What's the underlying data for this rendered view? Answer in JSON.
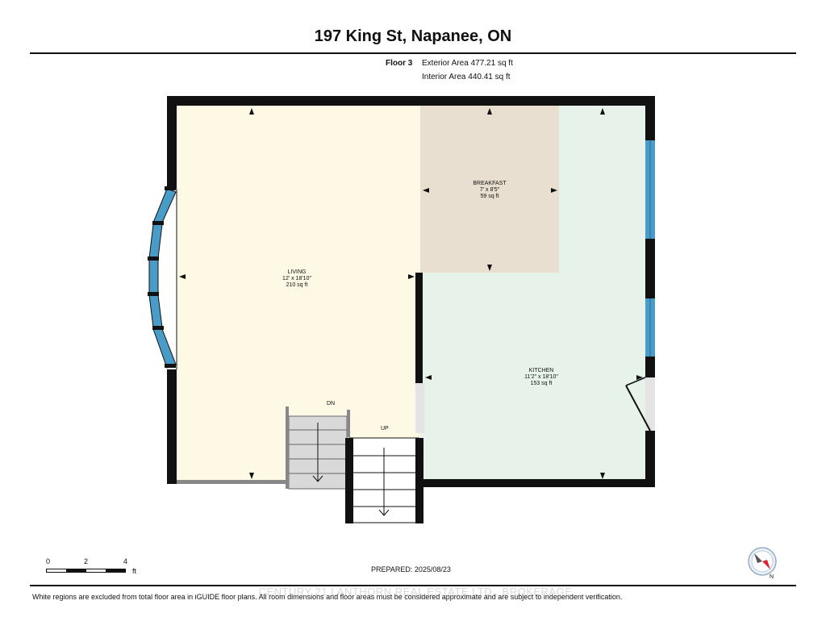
{
  "header": {
    "title": "197 King St, Napanee, ON"
  },
  "floor": {
    "label": "Floor 3",
    "exterior_area": "Exterior Area 477.21 sq ft",
    "interior_area": "Interior Area 440.41 sq ft"
  },
  "rooms": [
    {
      "name": "LIVING",
      "dims": "12' x 18'10\"",
      "area": "210 sq ft"
    },
    {
      "name": "BREAKFAST",
      "dims": "7' x 8'5\"",
      "area": "59 sq ft"
    },
    {
      "name": "KITCHEN",
      "dims": "11'2\" x 18'10\"",
      "area": "153 sq ft"
    }
  ],
  "stairs": {
    "down_label": "DN",
    "up_label": "UP"
  },
  "scale": {
    "ticks": [
      "0",
      "2",
      "4"
    ],
    "unit": "ft"
  },
  "compass": {
    "north_label": "N"
  },
  "footer": {
    "prepared": "PREPARED: 2025/08/23",
    "watermark": "CENTURY 21 LANTHORN REAL ESTATE LTD., BROKERAGE",
    "disclaimer": "White regions are excluded from total floor area in iGUIDE floor plans. All room dimensions and floor areas must be considered approximate and are subject to independent verification."
  },
  "colors": {
    "living_fill": "#fdf9e4",
    "breakfast_fill": "#e8dfd0",
    "kitchen_fill": "#e6f2ea",
    "window": "#4a9cc8",
    "wall": "#111111",
    "stair_fill": "#d9d9d9"
  }
}
